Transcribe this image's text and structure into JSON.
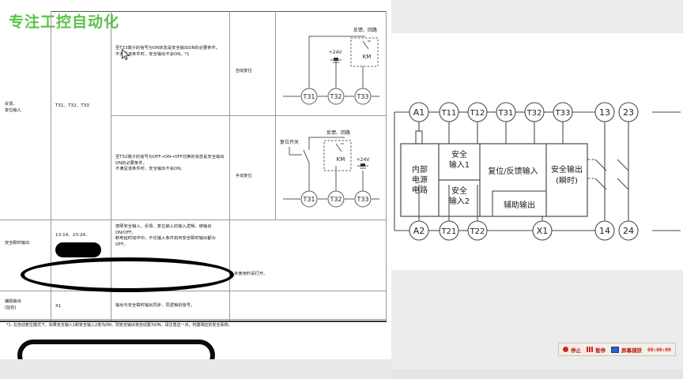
{
  "watermark": {
    "brand": "专注工控自动化"
  },
  "document": {
    "table": {
      "rows": [
        {
          "name": "feedback-reset-input",
          "label": "反馈、\n复位输入",
          "terminals": "T31、T32、T33",
          "sub_rows": [
            {
              "description": "至T33端子的信号为ON状态是安全输出ON的必要条件。\n不满足该条件时，安全输出不会ON。*1",
              "mode": "自动复位",
              "diagram": "auto-reset-circuit"
            },
            {
              "description": "至T32端子的信号为OFF→ON→OFF切换的状态是安全输出ON的必要条件。\n不满足该条件时，安全输出不会ON。",
              "mode": "手动复位",
              "diagram": "manual-reset-circuit"
            }
          ]
        },
        {
          "name": "safety-instantaneous-output",
          "label": "安全瞬时输出",
          "terminals": "13-14、23-24、",
          "description": "按照安全输入、反馈、复位输入的输入逻辑，使输出ON/OFF。\n断电延时动作中，不论输入条件如何安全瞬时输出都为OFF。",
          "note": "未使用时请打开。"
        },
        {
          "name": "auxiliary-output",
          "label": "辅助输出\n(监控)",
          "terminals": "X1",
          "description": "输出与安全瞬时输出同步、同逻辑的信号。"
        }
      ],
      "footnote": "*1. 在自动复位模式下，如果安全输入1和安全输入2变为ON，则安全输出将自动置为ON。请注意这一点，构建相应的安全系统。"
    },
    "auto_reset_circuit": {
      "label_feedback_loop": "反馈、回路",
      "label_km": "KM",
      "label_voltage": "+24V",
      "terminals": [
        "T31",
        "T32",
        "T33"
      ]
    },
    "manual_reset_circuit": {
      "label_feedback_loop": "反馈、回路",
      "label_reset_switch": "复位开关",
      "label_km": "KM",
      "label_voltage": "+24V",
      "terminals": [
        "T31",
        "T32",
        "T33"
      ]
    }
  },
  "block_diagram": {
    "top_terminals": [
      "A1",
      "T11",
      "T12",
      "T31",
      "T32",
      "T33",
      "13",
      "23"
    ],
    "bottom_terminals": [
      "A2",
      "T21",
      "T22",
      "X1",
      "14",
      "24"
    ],
    "blocks": {
      "power": "内部\n电源\n电路",
      "safety_input_1": "安全\n输入1",
      "safety_input_2": "安全\n输入2",
      "reset_feedback": "复位/反馈输入",
      "safety_output": "安全输出\n(瞬时)",
      "aux_output": "辅助输出"
    }
  },
  "recorder": {
    "stop_label": "停止",
    "pause_label": "暂停",
    "capture_label": "屏幕捕获",
    "elapsed": "00:00:09",
    "accent_color": "#d9241c"
  }
}
